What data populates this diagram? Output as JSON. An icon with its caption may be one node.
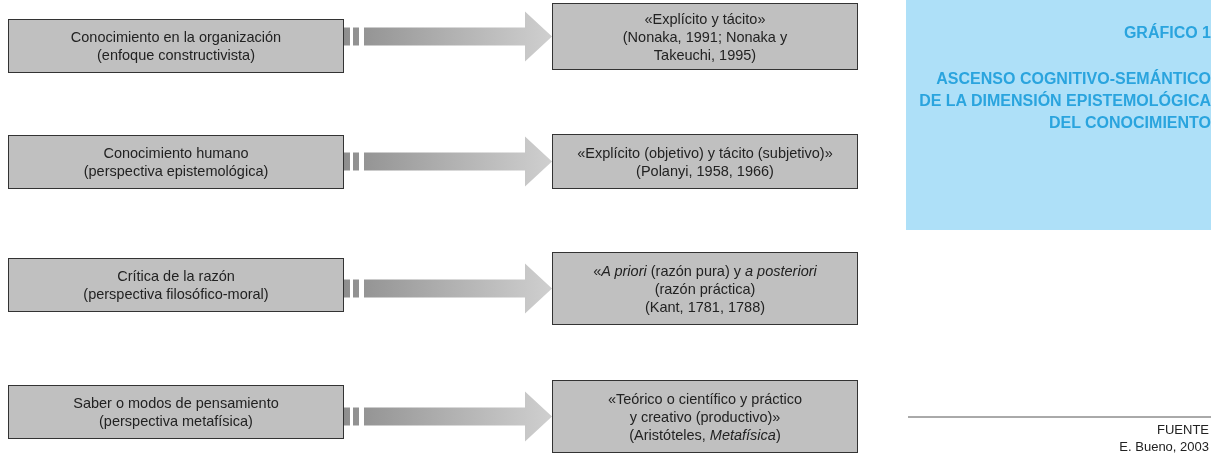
{
  "diagram": {
    "nodes": [
      {
        "text": [
          "Conocimiento en la organización",
          "(enfoque constructivista)"
        ]
      },
      {
        "text": [
          "«Explícito y tácito»",
          "(Nonaka, 1991; Nonaka y Takeuchi, 1995)"
        ]
      },
      {
        "text": [
          "Conocimiento humano",
          "(perspectiva epistemológica)"
        ]
      },
      {
        "text": [
          "«Explícito (objetivo) y tácito (subjetivo)»",
          "(Polanyi, 1958, 1966)"
        ]
      },
      {
        "text": [
          "Crítica de la razón",
          "(perspectiva filosófico-moral)"
        ]
      },
      {
        "text": [
          "«*A priori* (razón pura) y *a posteriori* (razón práctica)",
          "(Kant, 1781, 1788)"
        ]
      },
      {
        "text": [
          "Saber o modos de pensamiento",
          "(perspectiva metafísica)"
        ]
      },
      {
        "text": [
          "«Teórico o científico y práctico y creativo (productivo)»",
          "(Aristóteles, *Metafísica*)"
        ]
      },
      {
        "text": [
          "GRÁFICO 1",
          "ASCENSO COGNITIVO-SEMÁNTICO DE LA DIMENSIÓN EPISTEMOLÓGICA DEL CONOCIMIENTO"
        ]
      }
    ],
    "edges": [
      {
        "from": 0,
        "to": 1,
        "arrow": "to"
      },
      {
        "from": 2,
        "to": 3,
        "arrow": "to"
      },
      {
        "from": 4,
        "to": 5,
        "arrow": "to"
      },
      {
        "from": 6,
        "to": 7,
        "arrow": "to"
      }
    ],
    "labels": [
      "FUENTE",
      "E. Bueno, 2003"
    ]
  }
}
